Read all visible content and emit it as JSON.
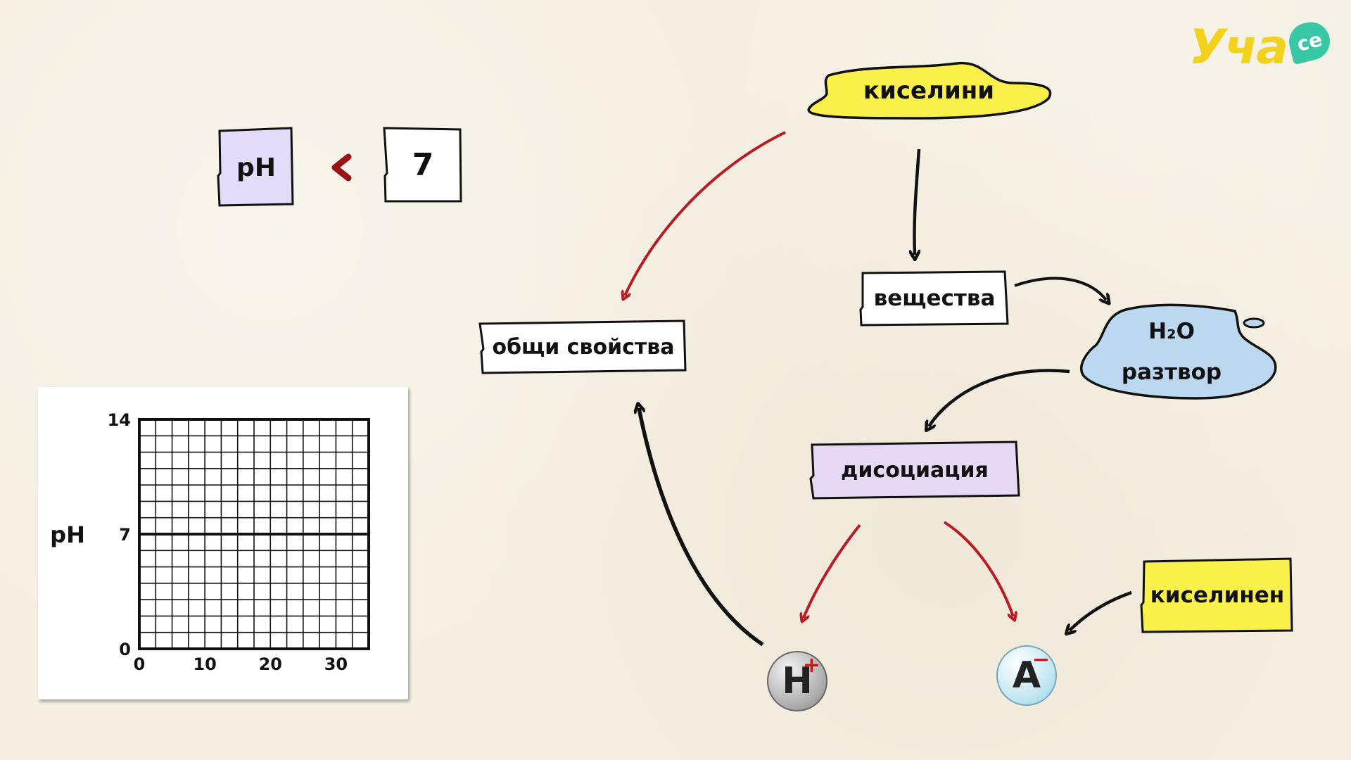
{
  "logo": {
    "text": "Уча",
    "badge": "се"
  },
  "ph_comparison": {
    "left": "pH",
    "operator": "<",
    "right": "7"
  },
  "nodes": {
    "acids": "киселини",
    "substances": "вещества",
    "solution_line1": "H₂O",
    "solution_line2": "разтвор",
    "general_properties": "общи свойства",
    "dissociation": "дисоциация",
    "acidic": "киселинен"
  },
  "ions": {
    "h": "H",
    "h_charge": "+",
    "a": "A",
    "a_charge": "−"
  },
  "chart_data": {
    "type": "line",
    "ylabel": "pH",
    "x_ticks": [
      "0",
      "10",
      "20",
      "30"
    ],
    "y_ticks": [
      "0",
      "7",
      "14"
    ],
    "xlim": [
      0,
      35
    ],
    "ylim": [
      0,
      14
    ],
    "grid": true,
    "reference_line_y": 7,
    "series": []
  },
  "colors": {
    "background": "#f5efe2",
    "yellow": "#faf04a",
    "light_blue": "#bcd8f1",
    "lavender": "#e6d9f5",
    "ph_box": "#e3dcf8",
    "red_arrow": "#b81c22",
    "black_arrow": "#111111"
  }
}
